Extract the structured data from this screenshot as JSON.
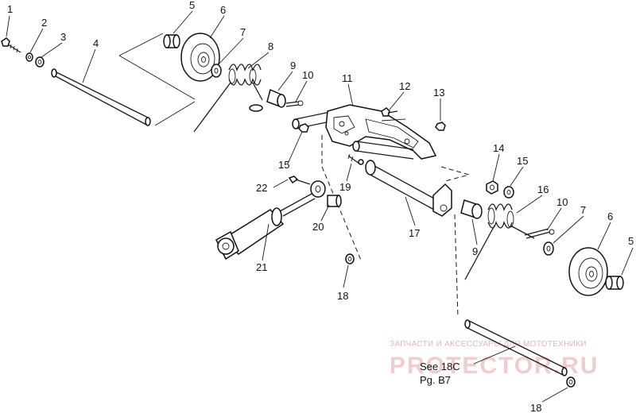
{
  "callouts": [
    "1",
    "2",
    "3",
    "4",
    "5",
    "6",
    "7",
    "8",
    "9",
    "10",
    "11",
    "12",
    "13",
    "14",
    "15",
    "15",
    "16",
    "10",
    "7",
    "6",
    "5",
    "22",
    "19",
    "20",
    "21",
    "17",
    "9",
    "18",
    "18"
  ],
  "reference_note": {
    "line1": "See 18C",
    "line2": "Pg. B7"
  },
  "watermark": {
    "tagline": "ЗАПЧАСТИ И АКСЕССУАРЫ ДЛЯ МОТОТЕХНИКИ",
    "logo": "PROTECTOR.RU"
  }
}
